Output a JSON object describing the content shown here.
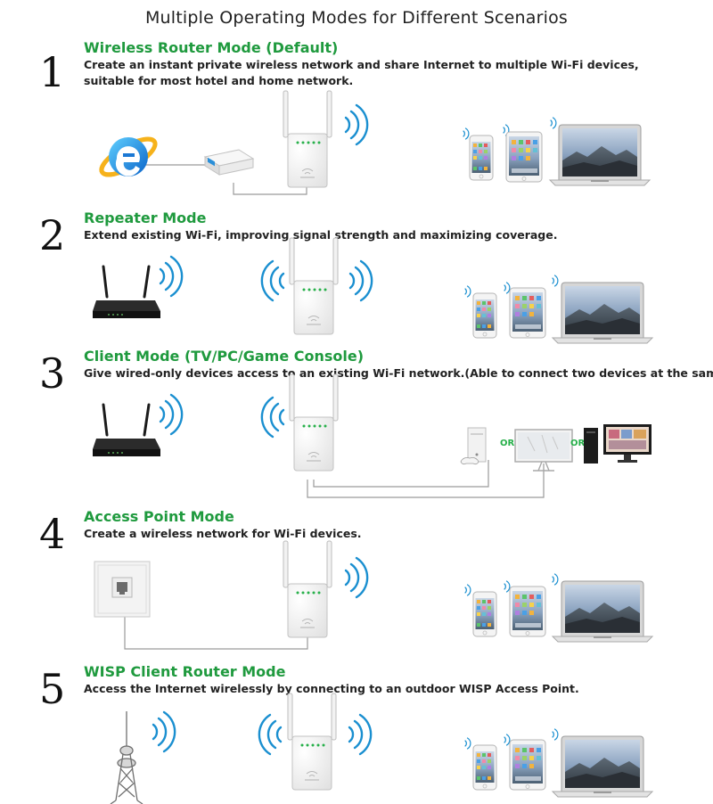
{
  "page": {
    "title": "Multiple Operating Modes for Different Scenarios"
  },
  "modes": [
    {
      "number": "1",
      "title": "Wireless Router Mode (Default)",
      "description_lines": [
        "Create an instant private wireless network and share Internet to multiple Wi-Fi devices,",
        "suitable for most hotel and home network."
      ],
      "devices": [
        "internet-explorer-icon",
        "modem-icon",
        "repeater-icon",
        "smartphone-icon",
        "tablet-icon",
        "laptop-icon"
      ]
    },
    {
      "number": "2",
      "title": "Repeater Mode",
      "description_lines": [
        "Extend existing Wi-Fi, improving signal strength and maximizing coverage."
      ],
      "devices": [
        "router-icon",
        "repeater-icon",
        "smartphone-icon",
        "tablet-icon",
        "laptop-icon"
      ]
    },
    {
      "number": "3",
      "title": "Client Mode (TV/PC/Game Console)",
      "description_lines": [
        "Give wired-only devices access to an existing Wi-Fi network.(Able to connect two devices at the same tim"
      ],
      "or_labels": [
        "OR",
        "OR"
      ],
      "devices": [
        "router-icon",
        "repeater-icon",
        "game-console-icon",
        "tv-icon",
        "desktop-pc-icon"
      ]
    },
    {
      "number": "4",
      "title": "Access Point Mode",
      "description_lines": [
        "Create a wireless network for Wi-Fi devices."
      ],
      "devices": [
        "ethernet-wall-socket-icon",
        "repeater-icon",
        "smartphone-icon",
        "tablet-icon",
        "laptop-icon"
      ]
    },
    {
      "number": "5",
      "title": "WISP Client Router Mode",
      "description_lines": [
        "Access the Internet wirelessly by connecting to an outdoor WISP Access Point."
      ],
      "devices": [
        "wisp-tower-icon",
        "repeater-icon",
        "smartphone-icon",
        "tablet-icon",
        "laptop-icon"
      ]
    }
  ],
  "colors": {
    "title_green": "#1f9a3e",
    "wifi_blue": "#1a8fd0",
    "screen_blue": "#6f8fb3",
    "device_white": "#f4f4f4",
    "device_outline": "#c8c8c8",
    "cable_gray": "#9a9a9a"
  }
}
